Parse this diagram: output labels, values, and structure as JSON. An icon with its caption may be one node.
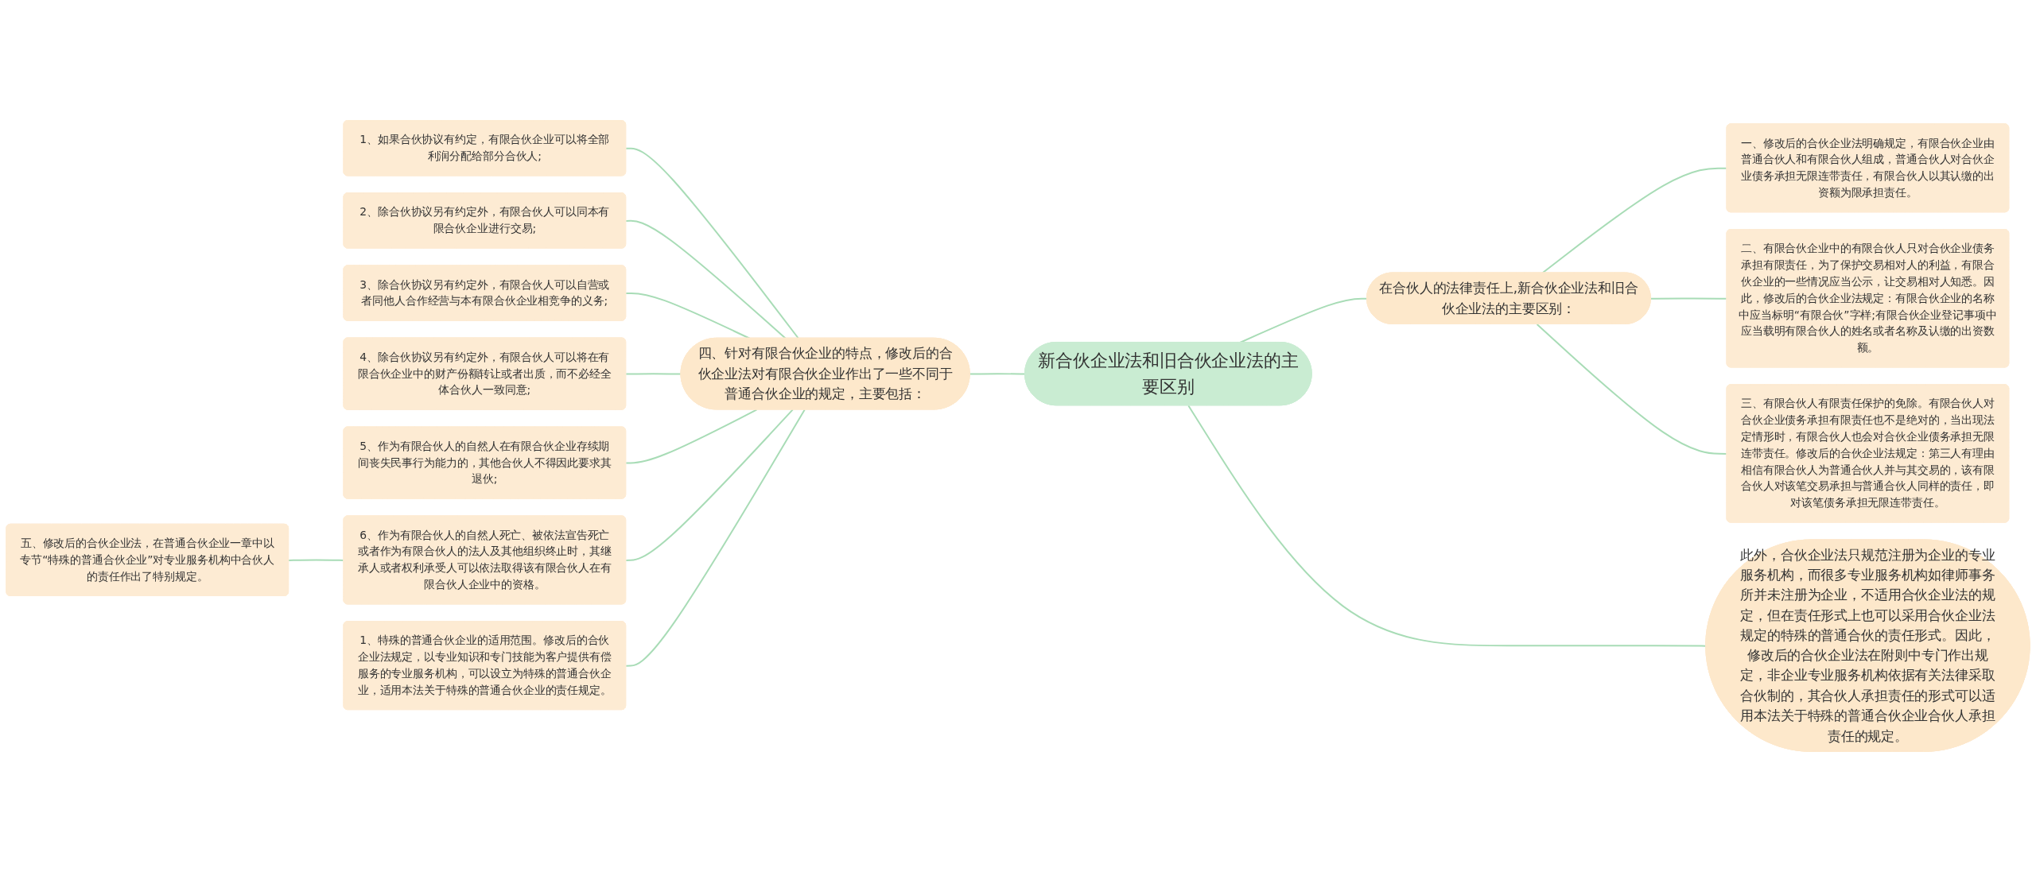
{
  "diagram": {
    "nodes": [
      {
        "text": [
          "新合伙企业法和旧合伙企业法的主要区别"
        ]
      },
      {
        "text": [
          "四、针对有限合伙企业的特点，修改后的合伙企业法对有限合伙企业作出了一些不同于普通合伙企业的规定，主要包括："
        ]
      },
      {
        "text": [
          "1、如果合伙协议有约定，有限合伙企业可以将全部利润分配给部分合伙人;"
        ]
      },
      {
        "text": [
          "2、除合伙协议另有约定外，有限合伙人可以同本有限合伙企业进行交易;"
        ]
      },
      {
        "text": [
          "3、除合伙协议另有约定外，有限合伙人可以自营或者同他人合作经营与本有限合伙企业相竞争的义务;"
        ]
      },
      {
        "text": [
          "4、除合伙协议另有约定外，有限合伙人可以将在有限合伙企业中的财产份额转让或者出质，而不必经全体合伙人一致同意;"
        ]
      },
      {
        "text": [
          "5、作为有限合伙人的自然人在有限合伙企业存续期间丧失民事行为能力的，其他合伙人不得因此要求其退伙;"
        ]
      },
      {
        "text": [
          "6、作为有限合伙人的自然人死亡、被依法宣告死亡或者作为有限合伙人的法人及其他组织终止时，其继承人或者权利承受人可以依法取得该有限合伙人在有限合伙人企业中的资格。"
        ]
      },
      {
        "text": [
          "五、修改后的合伙企业法，在普通合伙企业一章中以专节“特殊的普通合伙企业”对专业服务机构中合伙人的责任作出了特别规定。"
        ]
      },
      {
        "text": [
          "1、特殊的普通合伙企业的适用范围。修改后的合伙企业法规定，以专业知识和专门技能为客户提供有偿服务的专业服务机构，可以设立为特殊的普通合伙企业，适用本法关于特殊的普通合伙企业的责任规定。"
        ]
      },
      {
        "text": [
          "在合伙人的法律责任上,新合伙企业法和旧合伙企业法的主要区别："
        ]
      },
      {
        "text": [
          "一、修改后的合伙企业法明确规定，有限合伙企业由普通合伙人和有限合伙人组成，普通合伙人对合伙企业债务承担无限连带责任，有限合伙人以其认缴的出资额为限承担责任。"
        ]
      },
      {
        "text": [
          "二、有限合伙企业中的有限合伙人只对合伙企业债务承担有限责任，为了保护交易相对人的利益，有限合伙企业的一些情况应当公示，让交易相对人知悉。因此，修改后的合伙企业法规定：有限合伙企业的名称中应当标明“有限合伙”字样;有限合伙企业登记事项中应当载明有限合伙人的姓名或者名称及认缴的出资数额。"
        ]
      },
      {
        "text": [
          "三、有限合伙人有限责任保护的免除。有限合伙人对合伙企业债务承担有限责任也不是绝对的，当出现法定情形时，有限合伙人也会对合伙企业债务承担无限连带责任。修改后的合伙企业法规定：第三人有理由相信有限合伙人为普通合伙人并与其交易的，该有限合伙人对该笔交易承担与普通合伙人同样的责任，即对该笔债务承担无限连带责任。"
        ]
      },
      {
        "text": [
          "此外，合伙企业法只规范注册为企业的专业服务机构，而很多专业服务机构如律师事务所并未注册为企业，不适用合伙企业法的规定，但在责任形式上也可以采用合伙企业法规定的特殊的普通合伙的责任形式。因此，修改后的合伙企业法在附则中专门作出规定，非企业专业服务机构依据有关法律采取合伙制的，其合伙人承担责任的形式可以适用本法关于特殊的普通合伙企业合伙人承担责任的规定。"
        ]
      }
    ],
    "edges": [
      {
        "from": 1,
        "to": 0,
        "arrow": "none"
      },
      {
        "from": 2,
        "to": 1,
        "arrow": "none"
      },
      {
        "from": 3,
        "to": 1,
        "arrow": "none"
      },
      {
        "from": 4,
        "to": 1,
        "arrow": "none"
      },
      {
        "from": 5,
        "to": 1,
        "arrow": "none"
      },
      {
        "from": 6,
        "to": 1,
        "arrow": "none"
      },
      {
        "from": 7,
        "to": 1,
        "arrow": "none"
      },
      {
        "from": 8,
        "to": 7,
        "arrow": "none"
      },
      {
        "from": 9,
        "to": 1,
        "arrow": "none"
      },
      {
        "from": 0,
        "to": 10,
        "arrow": "none"
      },
      {
        "from": 10,
        "to": 11,
        "arrow": "none"
      },
      {
        "from": 10,
        "to": 12,
        "arrow": "none"
      },
      {
        "from": 10,
        "to": 13,
        "arrow": "none"
      },
      {
        "from": 0,
        "to": 14,
        "arrow": "none"
      }
    ]
  }
}
